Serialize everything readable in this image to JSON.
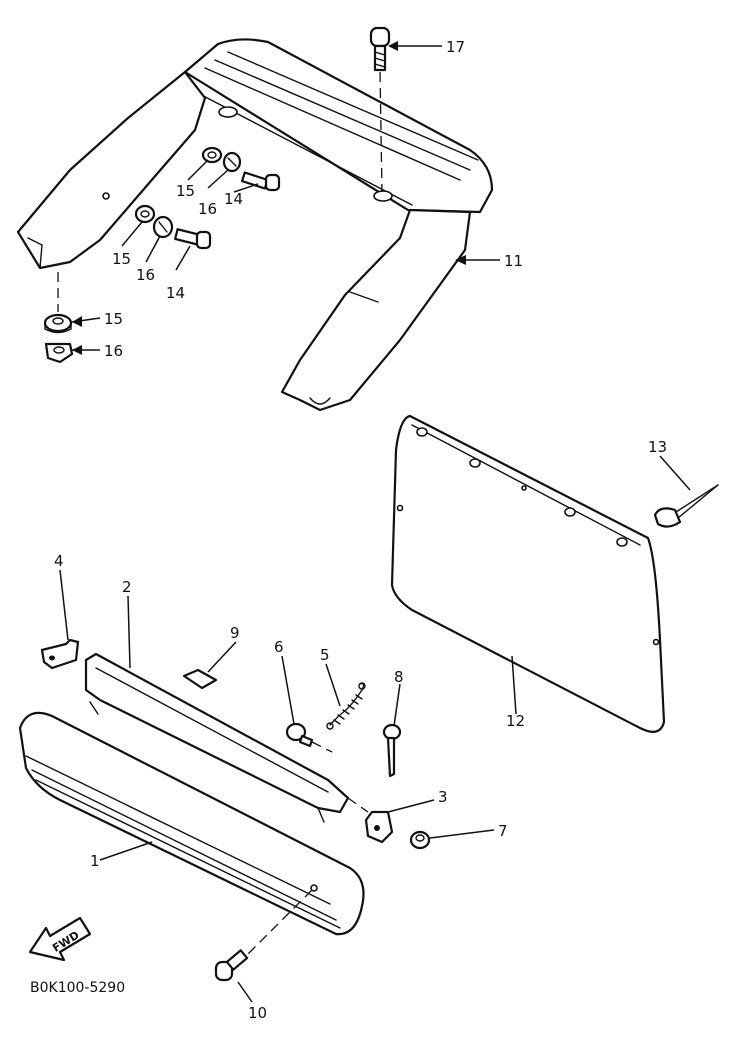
{
  "callouts": [
    "17",
    "15",
    "16",
    "14",
    "15",
    "16",
    "14",
    "11",
    "15",
    "16",
    "13",
    "4",
    "2",
    "9",
    "6",
    "5",
    "8",
    "12",
    "3",
    "7",
    "1",
    "10"
  ],
  "fwd_label": "FWD",
  "drawing_code": "B0K100-5290"
}
